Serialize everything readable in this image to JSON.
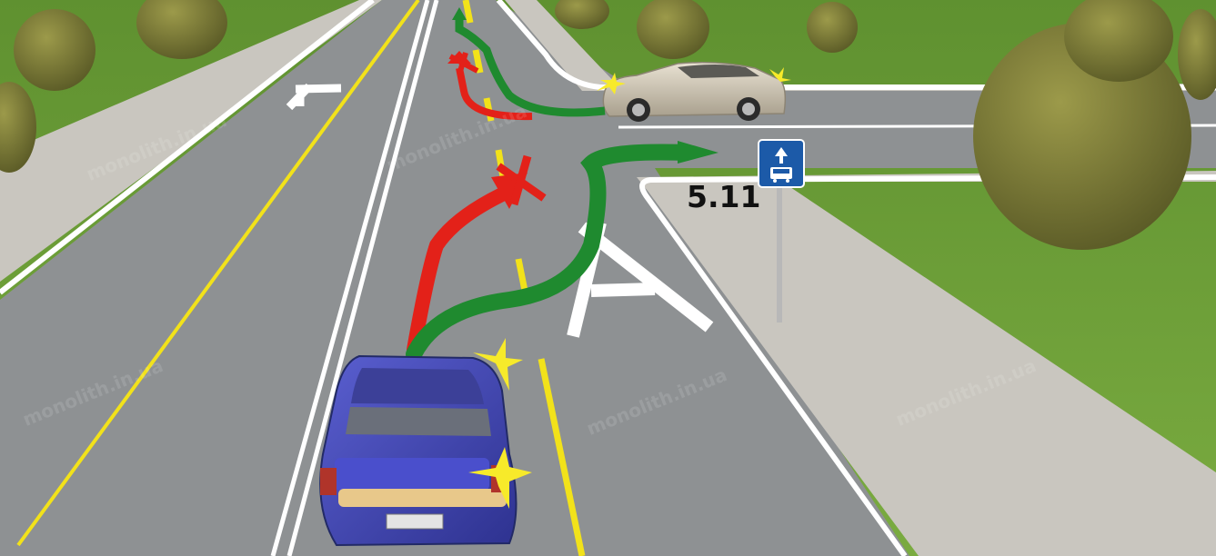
{
  "sign": {
    "code": "5.11",
    "type": "bus-lane-sign-icon",
    "background_color": "#1c5aa8"
  },
  "watermark": {
    "text": "monolith.in.ua"
  },
  "colors": {
    "allowed_path": "#1f8a2f",
    "forbidden_path": "#e32119",
    "road": "#8f9294",
    "grass": "#6a9a35",
    "lane_line_yellow": "#f2e21a"
  },
  "vehicles": [
    {
      "name": "blue-car",
      "color": "#4448b8"
    },
    {
      "name": "silver-car",
      "color": "#d6ccb7"
    }
  ]
}
